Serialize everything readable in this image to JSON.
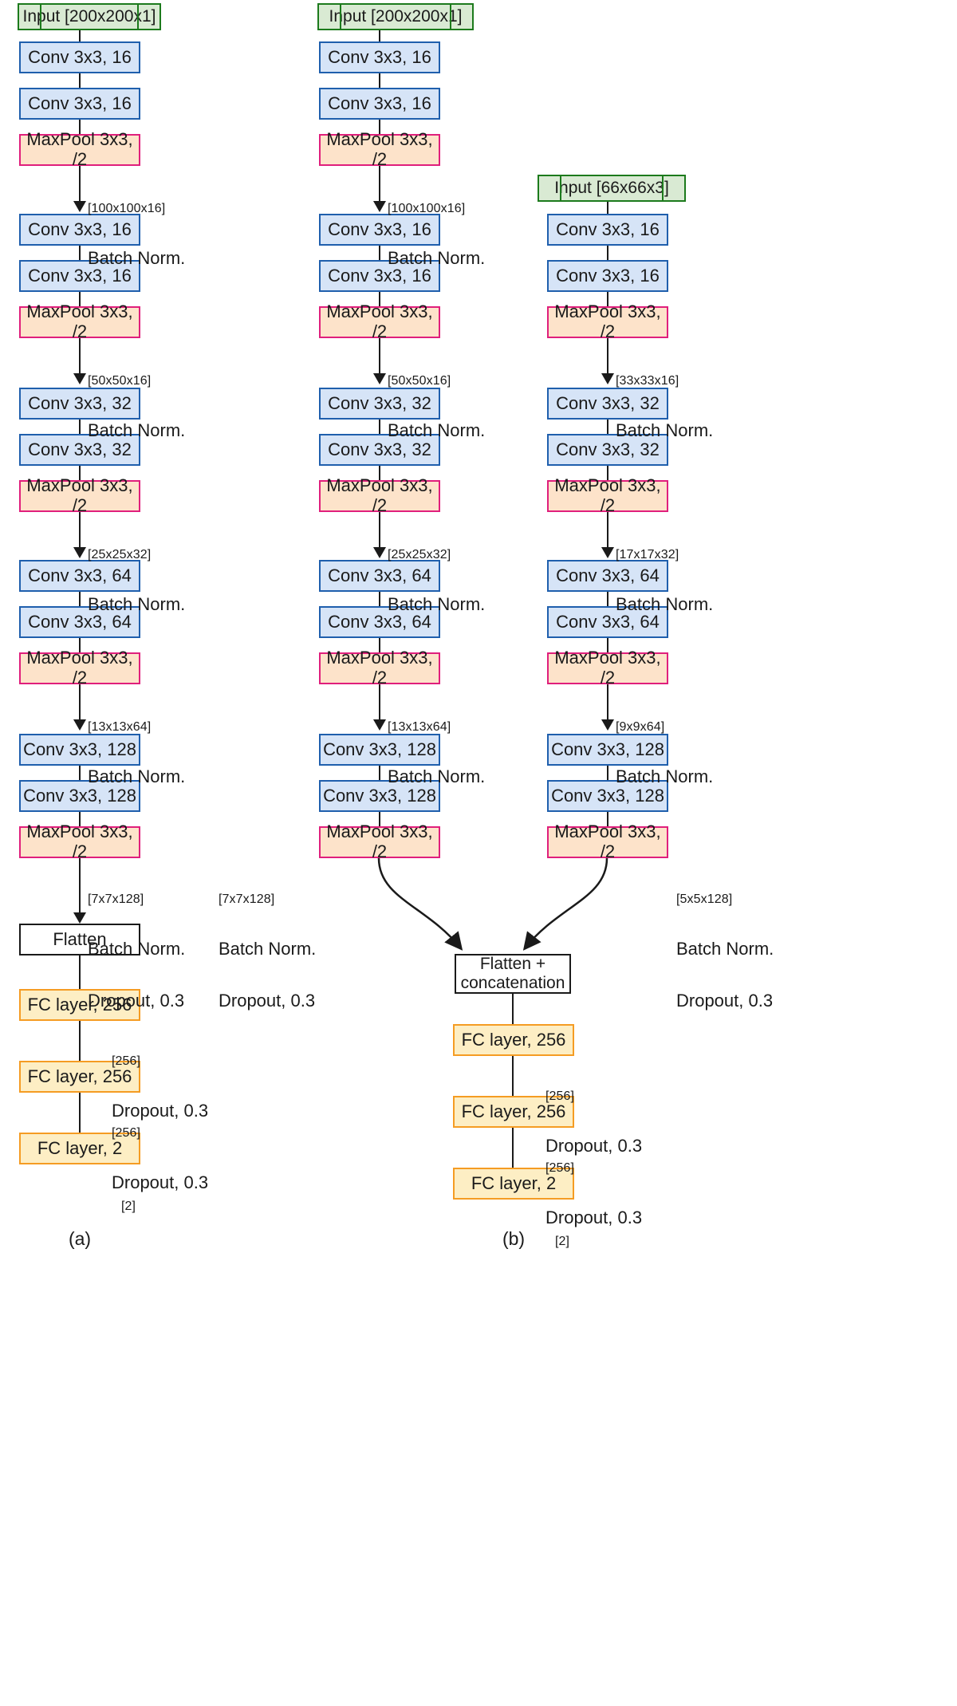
{
  "figure": {
    "type": "diagram",
    "subject": "CNN architecture block diagrams",
    "panels": [
      {
        "id": "a",
        "caption": "(a)",
        "description": "single-input CNN"
      },
      {
        "id": "b",
        "caption": "(b)",
        "description": "dual-input CNN with feature concatenation"
      }
    ]
  },
  "labels": {
    "input_200": "Input [200x200x1]",
    "input_66": "Input [66x66x3]",
    "conv16": "Conv 3x3, 16",
    "conv32": "Conv 3x3, 32",
    "conv64": "Conv 3x3, 64",
    "conv128": "Conv 3x3, 128",
    "maxpool": "MaxPool 3x3, /2",
    "flatten": "Flatten",
    "flatten_concat": "Flatten +\nconcatenation",
    "fc256": "FC layer, 256",
    "fc2": "FC layer, 2",
    "batch_norm": "Batch Norm.",
    "dropout": "Dropout, 0.3"
  },
  "shapes": {
    "s100": "[100x100x16]",
    "s50": "[50x50x16]",
    "s25": "[25x25x32]",
    "s13": "[13x13x64]",
    "s7": "[7x7x128]",
    "s33": "[33x33x16]",
    "s17": "[17x17x32]",
    "s9": "[9x9x64]",
    "s5": "[5x5x128]",
    "s256": "[256]",
    "s2": "[2]"
  },
  "colors": {
    "input_fill": "#d9ead3",
    "input_stroke": "#1c7a1c",
    "conv_fill": "#d6e4f7",
    "conv_stroke": "#1f5fad",
    "pool_fill": "#fde3ca",
    "pool_stroke": "#e01f7c",
    "fc_fill": "#fdeec4",
    "fc_stroke": "#f59c23",
    "flatten_fill": "#ffffff",
    "flatten_stroke": "#1a1a1a",
    "edge": "#1a1a1a",
    "background": "#ffffff"
  },
  "panel_a": {
    "caption": "(a)",
    "nodes": [
      {
        "name": "input",
        "kind": "input",
        "label": "Input [200x200x1]"
      },
      {
        "name": "conv1a",
        "kind": "conv",
        "label": "Conv 3x3, 16"
      },
      {
        "name": "conv1b",
        "kind": "conv",
        "label": "Conv 3x3, 16"
      },
      {
        "name": "pool1",
        "kind": "pool",
        "label": "MaxPool 3x3, /2"
      },
      {
        "name": "conv2a",
        "kind": "conv",
        "label": "Conv 3x3, 16"
      },
      {
        "name": "conv2b",
        "kind": "conv",
        "label": "Conv 3x3, 16"
      },
      {
        "name": "pool2",
        "kind": "pool",
        "label": "MaxPool 3x3, /2"
      },
      {
        "name": "conv3a",
        "kind": "conv",
        "label": "Conv 3x3, 32"
      },
      {
        "name": "conv3b",
        "kind": "conv",
        "label": "Conv 3x3, 32"
      },
      {
        "name": "pool3",
        "kind": "pool",
        "label": "MaxPool 3x3, /2"
      },
      {
        "name": "conv4a",
        "kind": "conv",
        "label": "Conv 3x3, 64"
      },
      {
        "name": "conv4b",
        "kind": "conv",
        "label": "Conv 3x3, 64"
      },
      {
        "name": "pool4",
        "kind": "pool",
        "label": "MaxPool 3x3, /2"
      },
      {
        "name": "conv5a",
        "kind": "conv",
        "label": "Conv 3x3, 128"
      },
      {
        "name": "conv5b",
        "kind": "conv",
        "label": "Conv 3x3, 128"
      },
      {
        "name": "pool5",
        "kind": "pool",
        "label": "MaxPool 3x3, /2"
      },
      {
        "name": "flatten",
        "kind": "flatten",
        "label": "Flatten"
      },
      {
        "name": "fc1",
        "kind": "fc",
        "label": "FC layer, 256"
      },
      {
        "name": "fc2",
        "kind": "fc",
        "label": "FC layer, 256"
      },
      {
        "name": "fc3",
        "kind": "fc",
        "label": "FC layer, 2"
      }
    ],
    "annotations": [
      {
        "name": "anno-a-1",
        "shape": "[100x100x16]",
        "ops": [
          "Batch Norm."
        ]
      },
      {
        "name": "anno-a-2",
        "shape": "[50x50x16]",
        "ops": [
          "Batch Norm."
        ]
      },
      {
        "name": "anno-a-3",
        "shape": "[25x25x32]",
        "ops": [
          "Batch Norm."
        ]
      },
      {
        "name": "anno-a-4",
        "shape": "[13x13x64]",
        "ops": [
          "Batch Norm."
        ]
      },
      {
        "name": "anno-a-5",
        "shape": "[7x7x128]",
        "ops": [
          "Batch Norm.",
          "Dropout, 0.3"
        ]
      },
      {
        "name": "anno-a-6",
        "shape": "[256]",
        "ops": [
          "Dropout, 0.3"
        ]
      },
      {
        "name": "anno-a-7",
        "shape": "[256]",
        "ops": [
          "Dropout, 0.3"
        ]
      },
      {
        "name": "anno-a-8",
        "shape": "[2]",
        "ops": []
      }
    ]
  },
  "panel_b": {
    "caption": "(b)",
    "branch_left": {
      "nodes": [
        {
          "name": "input",
          "kind": "input",
          "label": "Input [200x200x1]"
        },
        {
          "name": "conv1a",
          "kind": "conv",
          "label": "Conv 3x3, 16"
        },
        {
          "name": "conv1b",
          "kind": "conv",
          "label": "Conv 3x3, 16"
        },
        {
          "name": "pool1",
          "kind": "pool",
          "label": "MaxPool 3x3, /2"
        },
        {
          "name": "conv2a",
          "kind": "conv",
          "label": "Conv 3x3, 16"
        },
        {
          "name": "conv2b",
          "kind": "conv",
          "label": "Conv 3x3, 16"
        },
        {
          "name": "pool2",
          "kind": "pool",
          "label": "MaxPool 3x3, /2"
        },
        {
          "name": "conv3a",
          "kind": "conv",
          "label": "Conv 3x3, 32"
        },
        {
          "name": "conv3b",
          "kind": "conv",
          "label": "Conv 3x3, 32"
        },
        {
          "name": "pool3",
          "kind": "pool",
          "label": "MaxPool 3x3, /2"
        },
        {
          "name": "conv4a",
          "kind": "conv",
          "label": "Conv 3x3, 64"
        },
        {
          "name": "conv4b",
          "kind": "conv",
          "label": "Conv 3x3, 64"
        },
        {
          "name": "pool4",
          "kind": "pool",
          "label": "MaxPool 3x3, /2"
        },
        {
          "name": "conv5a",
          "kind": "conv",
          "label": "Conv 3x3, 128"
        },
        {
          "name": "conv5b",
          "kind": "conv",
          "label": "Conv 3x3, 128"
        },
        {
          "name": "pool5",
          "kind": "pool",
          "label": "MaxPool 3x3, /2"
        }
      ],
      "annotations": [
        {
          "name": "anno-bl-1",
          "shape": "[100x100x16]",
          "ops": [
            "Batch Norm."
          ]
        },
        {
          "name": "anno-bl-2",
          "shape": "[50x50x16]",
          "ops": [
            "Batch Norm."
          ]
        },
        {
          "name": "anno-bl-3",
          "shape": "[25x25x32]",
          "ops": [
            "Batch Norm."
          ]
        },
        {
          "name": "anno-bl-4",
          "shape": "[13x13x64]",
          "ops": [
            "Batch Norm."
          ]
        },
        {
          "name": "anno-bl-5",
          "shape": "[7x7x128]",
          "ops": [
            "Batch Norm.",
            "Dropout, 0.3"
          ]
        }
      ]
    },
    "branch_right": {
      "nodes": [
        {
          "name": "input",
          "kind": "input",
          "label": "Input [66x66x3]"
        },
        {
          "name": "conv1a",
          "kind": "conv",
          "label": "Conv 3x3, 16"
        },
        {
          "name": "conv1b",
          "kind": "conv",
          "label": "Conv 3x3, 16"
        },
        {
          "name": "pool1",
          "kind": "pool",
          "label": "MaxPool 3x3, /2"
        },
        {
          "name": "conv2a",
          "kind": "conv",
          "label": "Conv 3x3, 32"
        },
        {
          "name": "conv2b",
          "kind": "conv",
          "label": "Conv 3x3, 32"
        },
        {
          "name": "pool2",
          "kind": "pool",
          "label": "MaxPool 3x3, /2"
        },
        {
          "name": "conv3a",
          "kind": "conv",
          "label": "Conv 3x3, 64"
        },
        {
          "name": "conv3b",
          "kind": "conv",
          "label": "Conv 3x3, 64"
        },
        {
          "name": "pool3",
          "kind": "pool",
          "label": "MaxPool 3x3, /2"
        },
        {
          "name": "conv4a",
          "kind": "conv",
          "label": "Conv 3x3, 128"
        },
        {
          "name": "conv4b",
          "kind": "conv",
          "label": "Conv 3x3, 128"
        },
        {
          "name": "pool4",
          "kind": "pool",
          "label": "MaxPool 3x3, /2"
        }
      ],
      "annotations": [
        {
          "name": "anno-br-1",
          "shape": "[33x33x16]",
          "ops": [
            "Batch Norm."
          ]
        },
        {
          "name": "anno-br-2",
          "shape": "[17x17x32]",
          "ops": [
            "Batch Norm."
          ]
        },
        {
          "name": "anno-br-3",
          "shape": "[9x9x64]",
          "ops": [
            "Batch Norm."
          ]
        },
        {
          "name": "anno-br-4",
          "shape": "[5x5x128]",
          "ops": [
            "Batch Norm.",
            "Dropout, 0.3"
          ]
        }
      ]
    },
    "head": {
      "nodes": [
        {
          "name": "flatten-concat",
          "kind": "flatten",
          "label": "Flatten +\nconcatenation"
        },
        {
          "name": "fc1",
          "kind": "fc",
          "label": "FC layer, 256"
        },
        {
          "name": "fc2",
          "kind": "fc",
          "label": "FC layer, 256"
        },
        {
          "name": "fc3",
          "kind": "fc",
          "label": "FC layer, 2"
        }
      ],
      "annotations": [
        {
          "name": "anno-bh-1",
          "shape": "[256]",
          "ops": [
            "Dropout, 0.3"
          ]
        },
        {
          "name": "anno-bh-2",
          "shape": "[256]",
          "ops": [
            "Dropout, 0.3"
          ]
        },
        {
          "name": "anno-bh-3",
          "shape": "[2]",
          "ops": []
        }
      ]
    }
  }
}
